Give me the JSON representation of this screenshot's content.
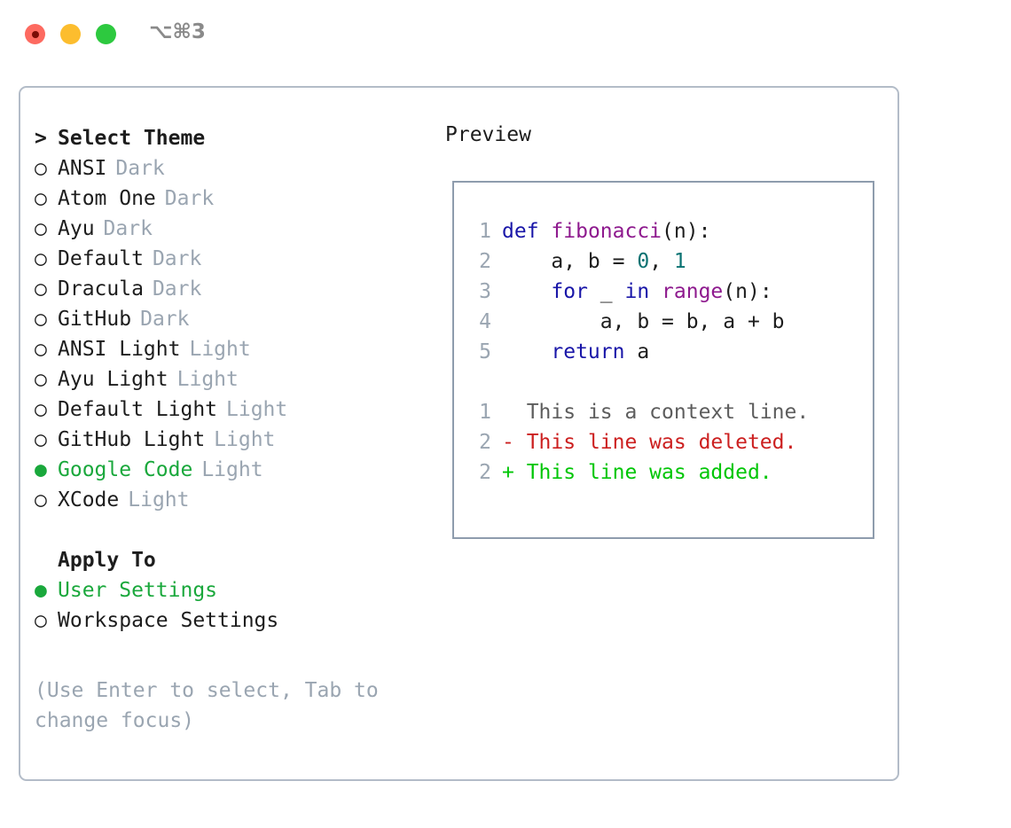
{
  "window": {
    "shortcut_label": "⌥⌘3",
    "controls": [
      {
        "name": "close",
        "color": "#fd6a60"
      },
      {
        "name": "minimize",
        "color": "#fcbd2e"
      },
      {
        "name": "maximize",
        "color": "#2dc93f"
      }
    ]
  },
  "colors": {
    "selected_green": "#1aa83c",
    "muted": "#9aa5b1",
    "text": "#1d1d1d",
    "border": "#b3bcc8",
    "preview_border": "#8e9cad",
    "keyword": "#1916a8",
    "function": "#8e1a8e",
    "number": "#0a7272",
    "diff_add": "#00c606",
    "diff_del": "#cc2020"
  },
  "theme_list": {
    "header": {
      "prefix": ">",
      "label": "Select Theme"
    },
    "items": [
      {
        "marker": "○",
        "label": "ANSI",
        "meta": "Dark",
        "selected": false
      },
      {
        "marker": "○",
        "label": "Atom One",
        "meta": "Dark",
        "selected": false
      },
      {
        "marker": "○",
        "label": "Ayu",
        "meta": "Dark",
        "selected": false
      },
      {
        "marker": "○",
        "label": "Default",
        "meta": "Dark",
        "selected": false
      },
      {
        "marker": "○",
        "label": "Dracula",
        "meta": "Dark",
        "selected": false
      },
      {
        "marker": "○",
        "label": "GitHub",
        "meta": "Dark",
        "selected": false
      },
      {
        "marker": "○",
        "label": "ANSI Light",
        "meta": "Light",
        "selected": false
      },
      {
        "marker": "○",
        "label": "Ayu Light",
        "meta": "Light",
        "selected": false
      },
      {
        "marker": "○",
        "label": "Default Light",
        "meta": "Light",
        "selected": false
      },
      {
        "marker": "○",
        "label": "GitHub Light",
        "meta": "Light",
        "selected": false
      },
      {
        "marker": "●",
        "label": "Google Code",
        "meta": "Light",
        "selected": true
      },
      {
        "marker": "○",
        "label": "XCode",
        "meta": "Light",
        "selected": false
      }
    ]
  },
  "apply_to": {
    "header": {
      "label": "Apply To"
    },
    "items": [
      {
        "marker": "●",
        "label": "User Settings",
        "selected": true
      },
      {
        "marker": "○",
        "label": "Workspace Settings",
        "selected": false
      }
    ]
  },
  "hint": "(Use Enter to select, Tab to change focus)",
  "preview": {
    "title": "Preview",
    "code_lines": [
      {
        "no": "1",
        "tokens": [
          {
            "t": "def",
            "c": "kw"
          },
          {
            "t": " ",
            "c": "plain"
          },
          {
            "t": "fibonacci",
            "c": "fn"
          },
          {
            "t": "(n):",
            "c": "plain"
          }
        ]
      },
      {
        "no": "2",
        "tokens": [
          {
            "t": "    a, b = ",
            "c": "plain"
          },
          {
            "t": "0",
            "c": "num"
          },
          {
            "t": ", ",
            "c": "plain"
          },
          {
            "t": "1",
            "c": "num"
          }
        ]
      },
      {
        "no": "3",
        "tokens": [
          {
            "t": "    ",
            "c": "plain"
          },
          {
            "t": "for",
            "c": "kw"
          },
          {
            "t": " _ ",
            "c": "plain"
          },
          {
            "t": "in",
            "c": "kw"
          },
          {
            "t": " ",
            "c": "plain"
          },
          {
            "t": "range",
            "c": "fn"
          },
          {
            "t": "(n):",
            "c": "plain"
          }
        ]
      },
      {
        "no": "4",
        "tokens": [
          {
            "t": "        a, b = b, a + b",
            "c": "plain"
          }
        ]
      },
      {
        "no": "5",
        "tokens": [
          {
            "t": "    ",
            "c": "plain"
          },
          {
            "t": "return",
            "c": "kw"
          },
          {
            "t": " a",
            "c": "plain"
          }
        ]
      }
    ],
    "diff_lines": [
      {
        "no": "1",
        "sign": " ",
        "text": "This is a context line.",
        "kind": "ctx"
      },
      {
        "no": "2",
        "sign": "-",
        "text": "This line was deleted.",
        "kind": "del"
      },
      {
        "no": "2",
        "sign": "+",
        "text": "This line was added.",
        "kind": "add"
      }
    ]
  }
}
